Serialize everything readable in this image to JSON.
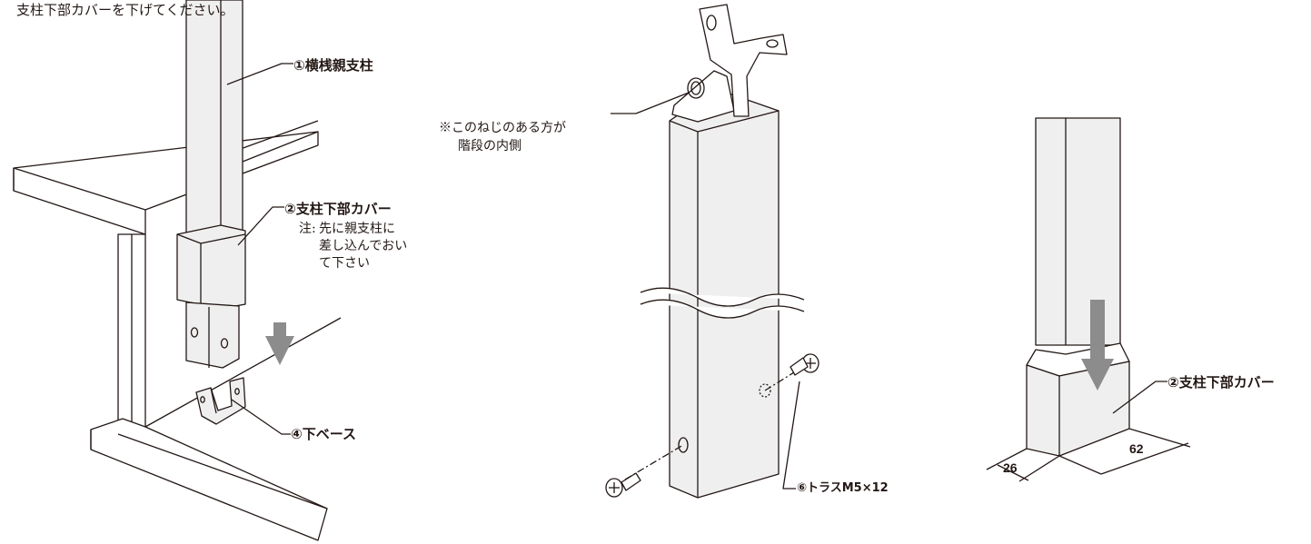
{
  "instruction": "支柱下部カバーを下げてください。",
  "labels": {
    "crossbar_post": "①横桟親支柱",
    "post_cover_left": "②支柱下部カバー",
    "note_prefix": "注:",
    "note_line1": "先に親支柱に",
    "note_line2": "差し込んでおい",
    "note_line3": "て下さい",
    "lower_base": "④下ベース",
    "screw_side_line1": "※このねじのある方が",
    "screw_side_line2": "階段の内側",
    "truss_screw": "⑥トラスM5×12",
    "post_cover_right": "②支柱下部カバー"
  },
  "dimensions": {
    "width": "62",
    "depth": "26"
  },
  "colors": {
    "line": "#231815",
    "fill_light": "#efefef",
    "fill_mid": "#d9d9d9",
    "arrow": "#8c8c8c"
  }
}
